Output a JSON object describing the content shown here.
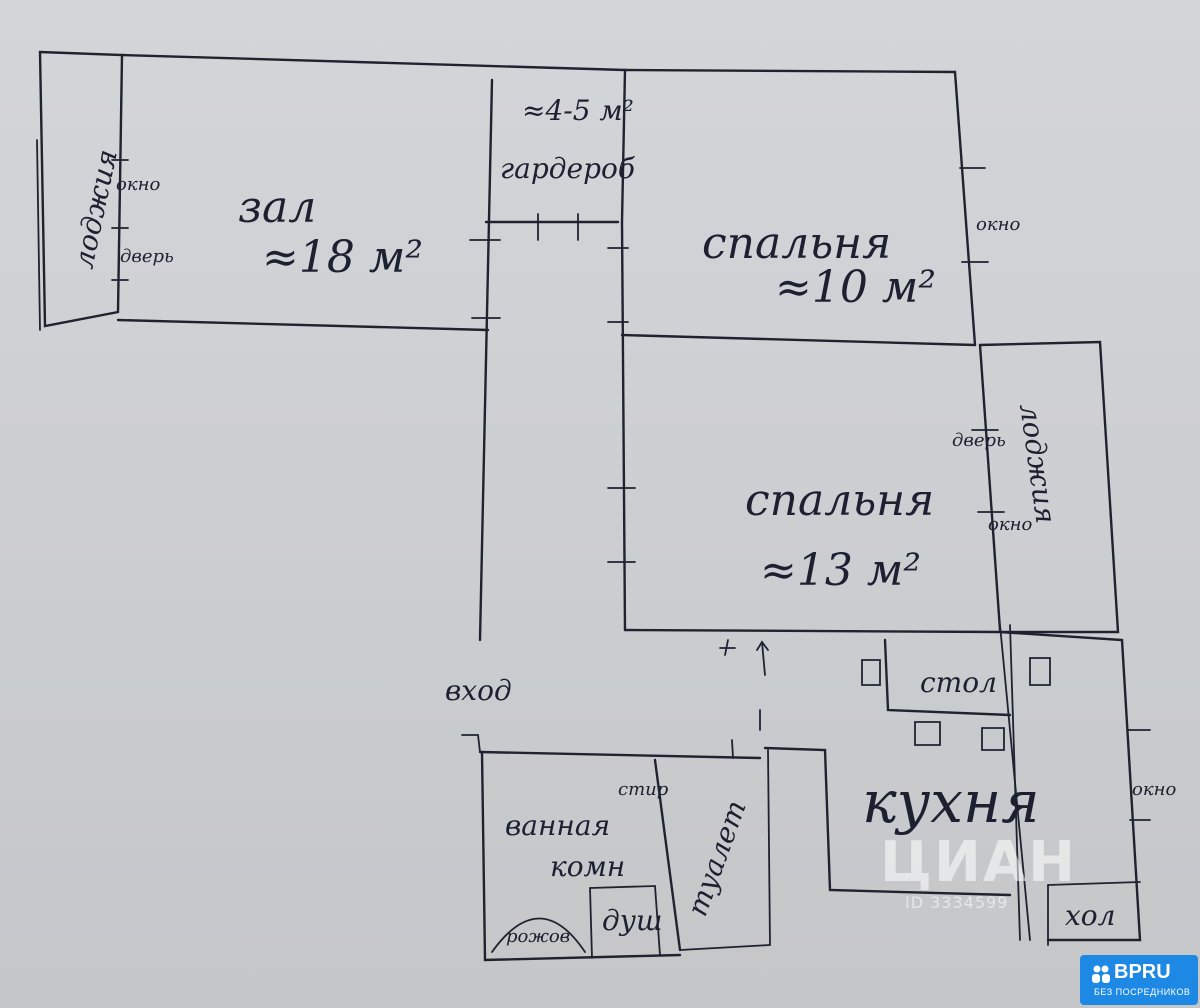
{
  "rooms": {
    "loggia_left": "лоджия",
    "hall_name": "зал",
    "hall_area": "≈18 м²",
    "wardrobe_area": "≈4-5 м²",
    "wardrobe_name": "гардероб",
    "bedroom1_name": "спальня",
    "bedroom1_area": "≈10 м²",
    "bedroom2_name": "спальня",
    "bedroom2_area": "≈13 м²",
    "loggia_right": "лоджия",
    "kitchen_name": "кухня",
    "bath_name": "ванная",
    "bath_name2": "комн",
    "shower": "душ",
    "sink": "рожов",
    "toilet": "туалет",
    "table": "стол",
    "fridge": "хол"
  },
  "labels": {
    "window_left": "окно",
    "door_left": "дверь",
    "window_br1": "окно",
    "door_loggia": "дверь",
    "window_loggia": "окно",
    "window_kitchen": "окно",
    "entrance": "вход",
    "washer": "стир"
  },
  "watermark": {
    "brand": "ЦИАН",
    "id": "ID 3334599"
  },
  "badge": {
    "title": "BPRU",
    "subtitle": "БЕЗ ПОСРЕДНИКОВ",
    "color": "#1e88e5"
  },
  "colors": {
    "ink": "#1f2330",
    "paper": "#d0d3d6"
  }
}
